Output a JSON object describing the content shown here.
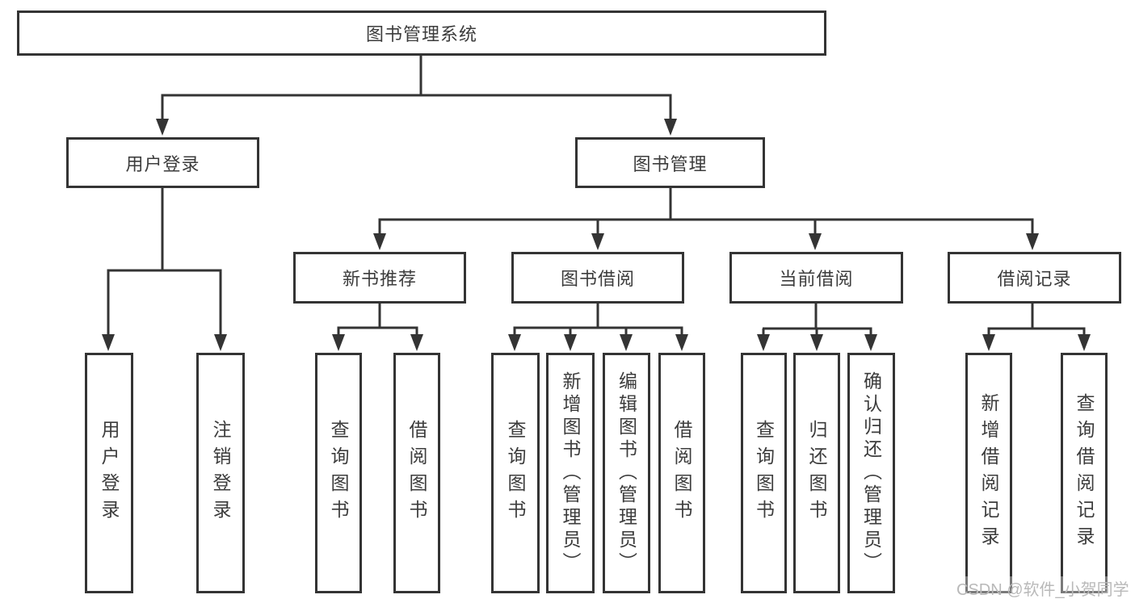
{
  "diagram": {
    "type": "tree-structure-chart",
    "colors": {
      "background": "#ffffff",
      "box_border": "#343434",
      "line": "#343434",
      "text": "#3c3c3c",
      "watermark_text": "#b9b9b9"
    },
    "nodes": {
      "root": {
        "label": "图书管理系统"
      },
      "level2": [
        {
          "label": "用户登录"
        },
        {
          "label": "图书管理"
        }
      ],
      "level3": [
        {
          "label": "新书推荐"
        },
        {
          "label": "图书借阅"
        },
        {
          "label": "当前借阅"
        },
        {
          "label": "借阅记录"
        }
      ],
      "leaves": [
        {
          "label": "用户登录",
          "parent": "用户登录"
        },
        {
          "label": "注销登录",
          "parent": "用户登录"
        },
        {
          "label": "查询图书",
          "parent": "新书推荐"
        },
        {
          "label": "借阅图书",
          "parent": "新书推荐"
        },
        {
          "label": "查询图书",
          "parent": "图书借阅"
        },
        {
          "label": "新增图书（管理员）",
          "parent": "图书借阅"
        },
        {
          "label": "编辑图书（管理员）",
          "parent": "图书借阅"
        },
        {
          "label": "借阅图书",
          "parent": "图书借阅"
        },
        {
          "label": "查询图书",
          "parent": "当前借阅"
        },
        {
          "label": "归还图书",
          "parent": "当前借阅"
        },
        {
          "label": "确认归还（管理员）",
          "parent": "当前借阅"
        },
        {
          "label": "新增借阅记录",
          "parent": "借阅记录"
        },
        {
          "label": "查询借阅记录",
          "parent": "借阅记录"
        }
      ]
    },
    "watermark": "CSDN @软件_小贺同学"
  }
}
